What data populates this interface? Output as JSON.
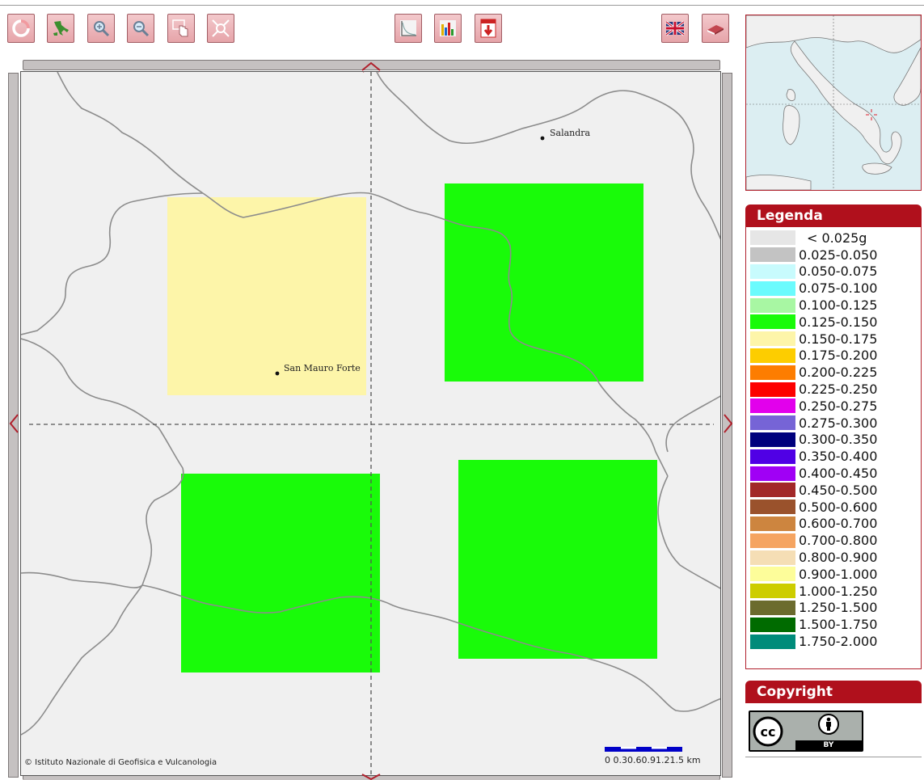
{
  "toolbar": {
    "left_buttons": [
      "reset-view",
      "italy-view",
      "zoom-in",
      "zoom-out",
      "pan",
      "zoom-full"
    ],
    "center_buttons": [
      "hazard-curve",
      "disaggregation-chart",
      "download-pdf"
    ],
    "right_buttons": [
      "language-english",
      "help-manual"
    ]
  },
  "map": {
    "places": [
      {
        "name": "Salandra"
      },
      {
        "name": "San Mauro Forte"
      }
    ],
    "attribution": "© Istituto Nazionale di Geofisica e Vulcanologia",
    "scale_label": "0 0.30.60.91.21.5 km",
    "cells": [
      {
        "label": "0.150-0.175",
        "color": "#fdf5a9"
      },
      {
        "label": "0.125-0.150",
        "color": "#19fb09"
      },
      {
        "label": "0.125-0.150",
        "color": "#19fb09"
      },
      {
        "label": "0.125-0.150",
        "color": "#19fb09"
      }
    ]
  },
  "legend": {
    "title": "Legenda",
    "items": [
      {
        "label": "< 0.025g",
        "color": "#e6e6e6"
      },
      {
        "label": "0.025-0.050",
        "color": "#c3c3c3"
      },
      {
        "label": "0.050-0.075",
        "color": "#c8fbfd"
      },
      {
        "label": "0.075-0.100",
        "color": "#6bfbfd"
      },
      {
        "label": "0.100-0.125",
        "color": "#a8f7a3"
      },
      {
        "label": "0.125-0.150",
        "color": "#19fb09"
      },
      {
        "label": "0.150-0.175",
        "color": "#fdf5a9"
      },
      {
        "label": "0.175-0.200",
        "color": "#fdcd00"
      },
      {
        "label": "0.200-0.225",
        "color": "#fd7d00"
      },
      {
        "label": "0.225-0.250",
        "color": "#fd0000"
      },
      {
        "label": "0.250-0.275",
        "color": "#e200ec"
      },
      {
        "label": "0.275-0.300",
        "color": "#7664d6"
      },
      {
        "label": "0.300-0.350",
        "color": "#00007d"
      },
      {
        "label": "0.350-0.400",
        "color": "#5000e5"
      },
      {
        "label": "0.400-0.450",
        "color": "#a000f5"
      },
      {
        "label": "0.450-0.500",
        "color": "#a22828"
      },
      {
        "label": "0.500-0.600",
        "color": "#9a522c"
      },
      {
        "label": "0.600-0.700",
        "color": "#cd853f"
      },
      {
        "label": "0.700-0.800",
        "color": "#f5a461"
      },
      {
        "label": "0.800-0.900",
        "color": "#f5deb5"
      },
      {
        "label": "0.900-1.000",
        "color": "#fdfd9a"
      },
      {
        "label": "1.000-1.250",
        "color": "#cdcd00"
      },
      {
        "label": "1.250-1.500",
        "color": "#6b6b2e"
      },
      {
        "label": "1.500-1.750",
        "color": "#006b00"
      },
      {
        "label": "1.750-2.000",
        "color": "#008b7a"
      }
    ]
  },
  "copyright": {
    "title": "Copyright",
    "badge_text": "BY",
    "cc_text": "cc"
  },
  "colors": {
    "accent": "#b0101c",
    "map_background": "#f0f0f0",
    "boundary": "#8c8c8c"
  }
}
